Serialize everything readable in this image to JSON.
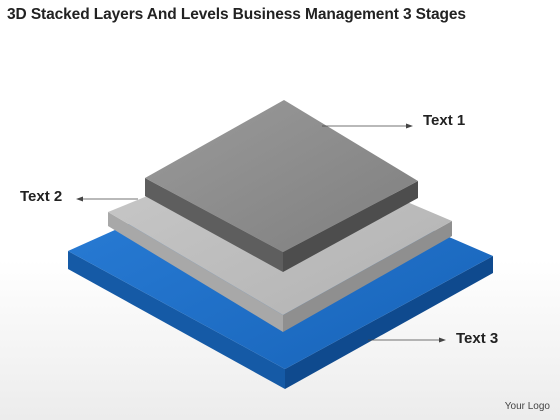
{
  "title": "3D Stacked Layers And Levels Business Management 3 Stages",
  "layers": [
    {
      "label": "Text 1",
      "color": "#8a8a8a"
    },
    {
      "label": "Text 2",
      "color": "#bdbdbd"
    },
    {
      "label": "Text 3",
      "color": "#1f6fc7"
    }
  ],
  "footer": {
    "logo_text": "Your Logo"
  }
}
